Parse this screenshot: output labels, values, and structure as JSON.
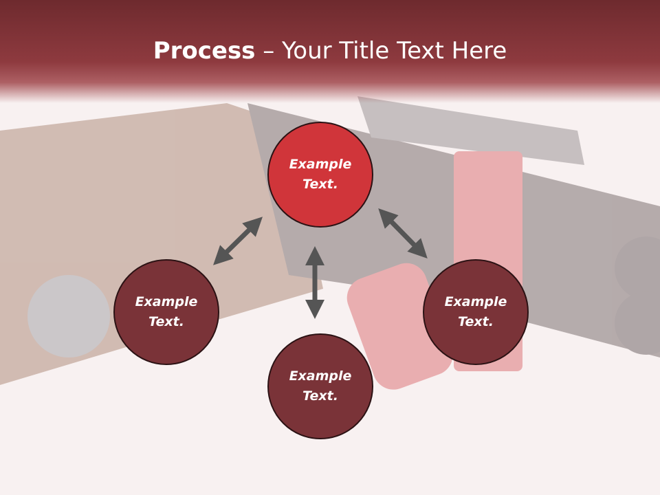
{
  "title": {
    "bold": "Process",
    "rest": " – Your Title Text Here"
  },
  "nodes": {
    "top": {
      "line1": "Example",
      "line2": "Text."
    },
    "left": {
      "line1": "Example",
      "line2": "Text."
    },
    "right": {
      "line1": "Example",
      "line2": "Text."
    },
    "bottom": {
      "line1": "Example",
      "line2": "Text."
    }
  },
  "colors": {
    "title_bar": "#8e3a3f",
    "highlight_node": "#d0353a",
    "node": "#7a3338",
    "arrow": "#555555"
  }
}
